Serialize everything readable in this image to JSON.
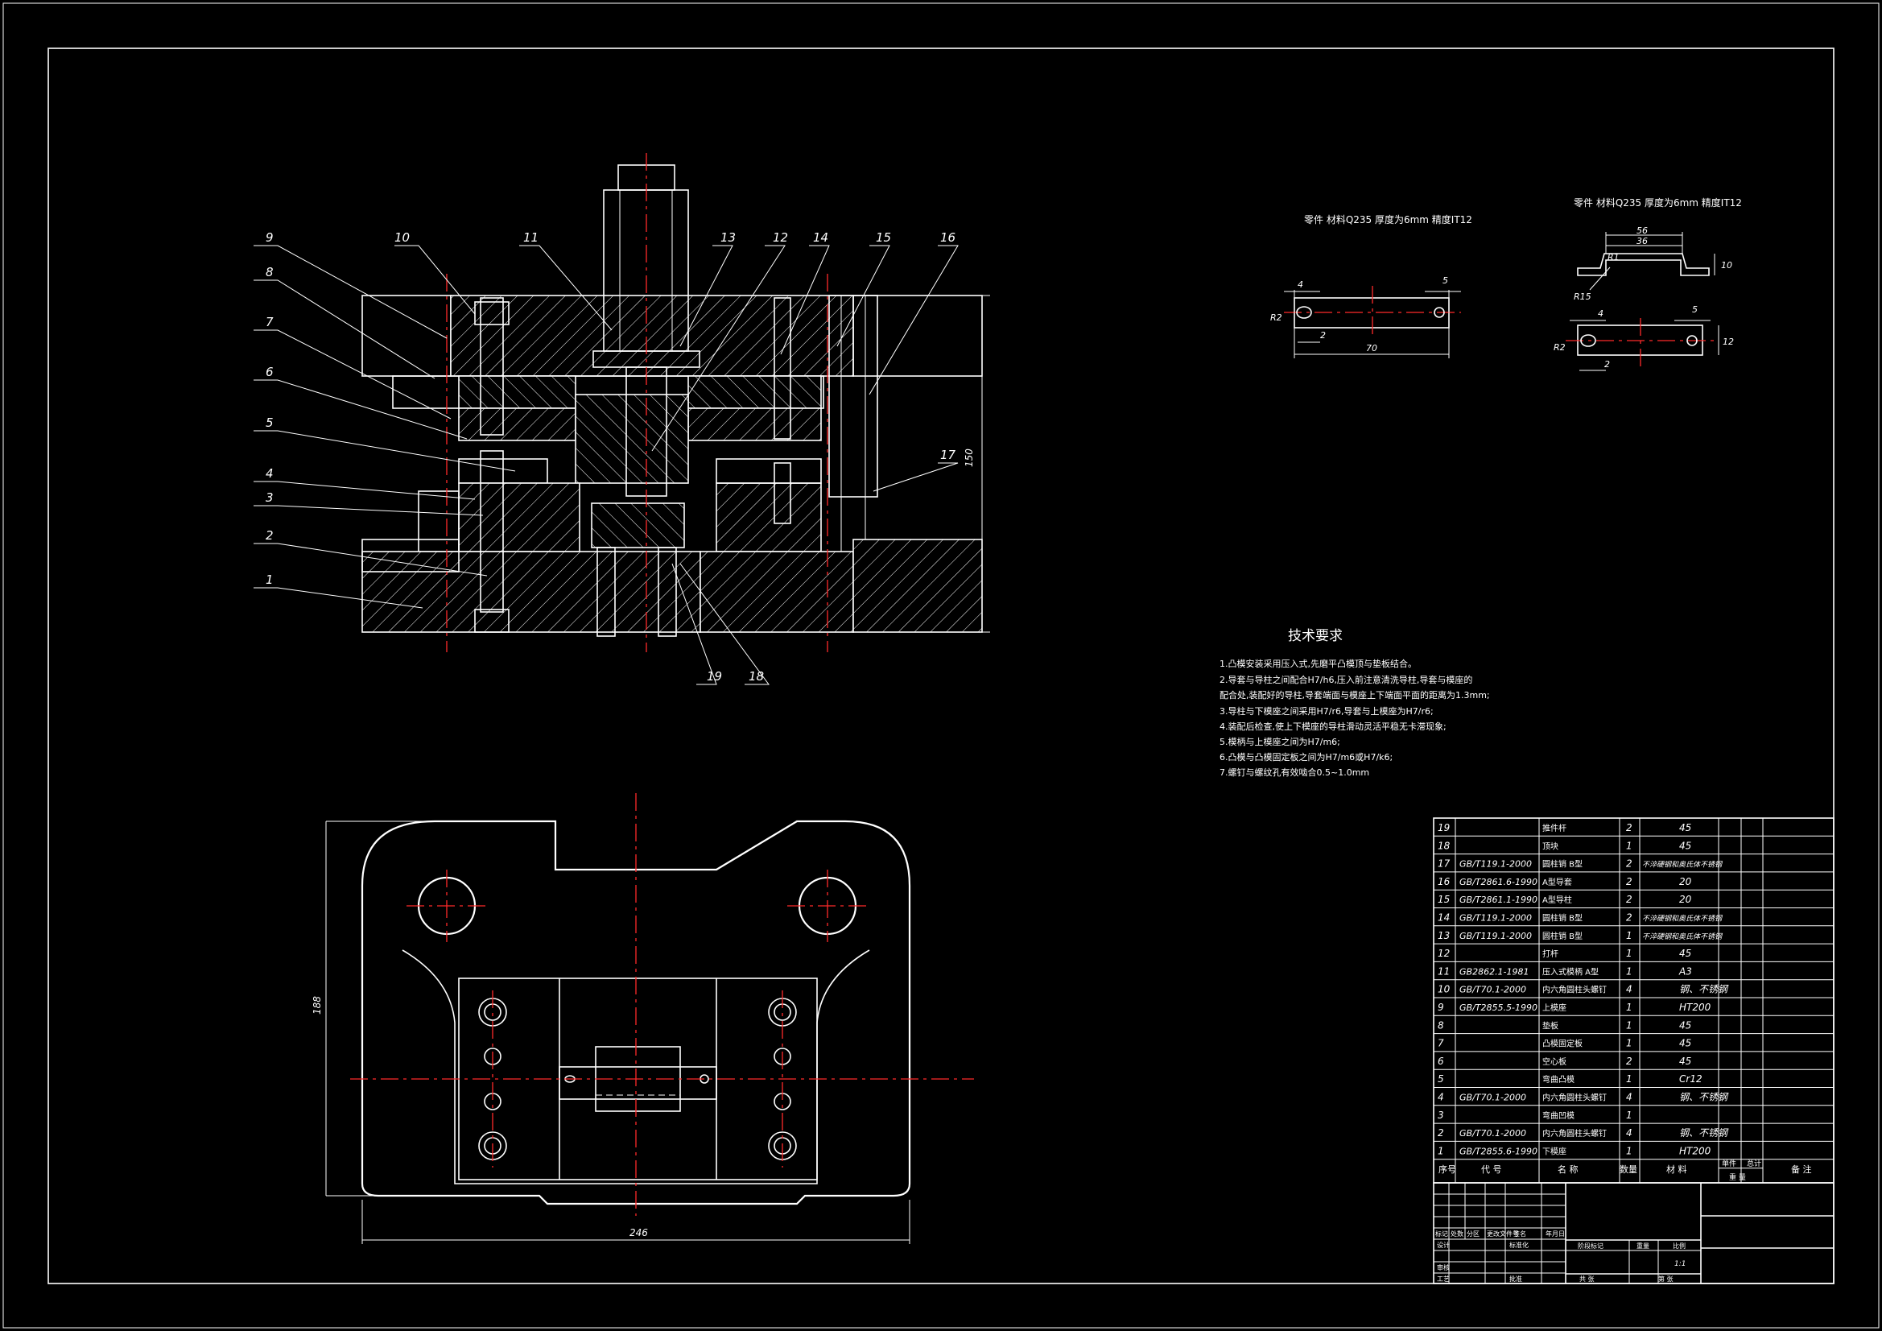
{
  "balloons": [
    "1",
    "2",
    "3",
    "4",
    "5",
    "6",
    "7",
    "8",
    "9",
    "10",
    "11",
    "12",
    "13",
    "14",
    "15",
    "16",
    "17",
    "18",
    "19"
  ],
  "section_dims": {
    "height": "150"
  },
  "plan_dims": {
    "height": "188",
    "width": "246"
  },
  "part1": {
    "caption": "零件  材料Q235  厚度为6mm  精度IT12",
    "dims": {
      "d4": "4",
      "d5": "5",
      "r2": "R2",
      "d2": "2",
      "len": "70"
    }
  },
  "part2": {
    "caption": "零件  材料Q235  厚度为6mm  精度IT12",
    "dims": {
      "d56": "56",
      "d36": "36",
      "r1": "R1",
      "r15": "R15",
      "d10": "10",
      "d4": "4",
      "d5": "5",
      "r2": "R2",
      "d2": "2",
      "d12": "12"
    }
  },
  "tech": {
    "title": "技术要求",
    "items": [
      "1.凸模安装采用压入式,先磨平凸模顶与垫板结合。",
      "2.导套与导柱之间配合H7/h6,压入前注意清洗导柱,导套与模座的",
      "  配合处,装配好的导柱,导套端面与模座上下端面平面的距离为1.3mm;",
      "3.导柱与下模座之间采用H7/r6,导套与上模座为H7/r6;",
      "4.装配后检查,使上下模座的导柱滑动灵活平稳无卡滞现象;",
      "5.模柄与上模座之间为H7/m6;",
      "6.凸模与凸模固定板之间为H7/m6或H7/k6;",
      "7.螺钉与螺纹孔有效啮合0.5~1.0mm"
    ]
  },
  "bom": {
    "rows": [
      {
        "no": "19",
        "code": "",
        "name": "推件杆",
        "qty": "2",
        "mat": "45"
      },
      {
        "no": "18",
        "code": "",
        "name": "顶块",
        "qty": "1",
        "mat": "45"
      },
      {
        "no": "17",
        "code": "GB/T119.1-2000",
        "name": "圆柱销 B型",
        "qty": "2",
        "mat": "不淬硬钢和奥氏体不锈钢"
      },
      {
        "no": "16",
        "code": "GB/T2861.6-1990",
        "name": "A型导套",
        "qty": "2",
        "mat": "20"
      },
      {
        "no": "15",
        "code": "GB/T2861.1-1990",
        "name": "A型导柱",
        "qty": "2",
        "mat": "20"
      },
      {
        "no": "14",
        "code": "GB/T119.1-2000",
        "name": "圆柱销 B型",
        "qty": "2",
        "mat": "不淬硬钢和奥氏体不锈钢"
      },
      {
        "no": "13",
        "code": "GB/T119.1-2000",
        "name": "圆柱销 B型",
        "qty": "1",
        "mat": "不淬硬钢和奥氏体不锈钢"
      },
      {
        "no": "12",
        "code": "",
        "name": "打杆",
        "qty": "1",
        "mat": "45"
      },
      {
        "no": "11",
        "code": "GB2862.1-1981",
        "name": "压入式模柄 A型",
        "qty": "1",
        "mat": "A3"
      },
      {
        "no": "10",
        "code": "GB/T70.1-2000",
        "name": "内六角圆柱头螺钉",
        "qty": "4",
        "mat": "钢、不锈钢"
      },
      {
        "no": "9",
        "code": "GB/T2855.5-1990",
        "name": "上模座",
        "qty": "1",
        "mat": "HT200"
      },
      {
        "no": "8",
        "code": "",
        "name": "垫板",
        "qty": "1",
        "mat": "45"
      },
      {
        "no": "7",
        "code": "",
        "name": "凸模固定板",
        "qty": "1",
        "mat": "45"
      },
      {
        "no": "6",
        "code": "",
        "name": "空心板",
        "qty": "2",
        "mat": "45"
      },
      {
        "no": "5",
        "code": "",
        "name": "弯曲凸模",
        "qty": "1",
        "mat": "Cr12"
      },
      {
        "no": "4",
        "code": "GB/T70.1-2000",
        "name": "内六角圆柱头螺钉",
        "qty": "4",
        "mat": "钢、不锈钢"
      },
      {
        "no": "3",
        "code": "",
        "name": "弯曲凹模",
        "qty": "1",
        "mat": ""
      },
      {
        "no": "2",
        "code": "GB/T70.1-2000",
        "name": "内六角圆柱头螺钉",
        "qty": "4",
        "mat": "钢、不锈钢"
      },
      {
        "no": "1",
        "code": "GB/T2855.6-1990",
        "name": "下模座",
        "qty": "1",
        "mat": "HT200"
      }
    ],
    "header": {
      "no": "序号",
      "code": "代 号",
      "name": "名 称",
      "qty": "数量",
      "mat": "材 料",
      "w1": "单件",
      "w2": "总计",
      "weight": "重 量",
      "note": "备 注"
    }
  },
  "title_block": {
    "r_mark": "标记",
    "r_count": "处数",
    "r_zone": "分区",
    "r_doc": "更改文件号",
    "r_sign": "签名",
    "r_date": "年月日",
    "designer": "设计",
    "std": "标准化",
    "check": "审核",
    "craft": "工艺",
    "approve": "批准",
    "stage": "阶段标记",
    "weight": "重量",
    "scale": "比例",
    "scale_val": "1:1",
    "sheets": "共  张",
    "sheet": "第  张"
  }
}
